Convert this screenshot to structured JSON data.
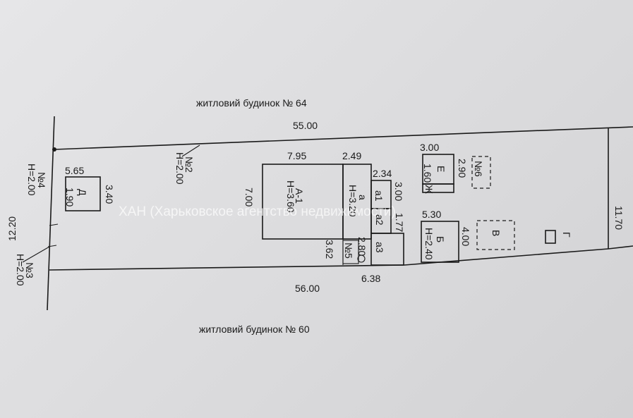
{
  "neighbors": {
    "top": "житловий будинок № 64",
    "bottom": "житловий будинок № 60"
  },
  "plot": {
    "top_length": "55.00",
    "bottom_length": "56.00",
    "bottom_segment": "6.38",
    "left_width": "12.20",
    "right_width": "11.70"
  },
  "buildings": {
    "main_house": {
      "label": "А-1",
      "height": "H=3.60",
      "width": "7.95",
      "depth": "7.00"
    },
    "annex_a": {
      "label": "а",
      "height": "H=3.20",
      "width": "2.49",
      "depth": "3.62"
    },
    "annex_a1": {
      "label": "а1",
      "width": "2.34",
      "depth": "3.00"
    },
    "annex_a2": {
      "label": "а2",
      "depth": "1.77"
    },
    "annex_a3": {
      "label": "а3",
      "depth": "2.80"
    },
    "building_b": {
      "label": "Б",
      "height": "H=2.40",
      "width": "5.30",
      "depth": "4.00"
    },
    "building_v": {
      "label": "В"
    },
    "building_g": {
      "label": "Г"
    },
    "building_d": {
      "label": "Д",
      "width": "5.65",
      "depth": "3.40",
      "depth2": "1.90"
    },
    "building_e": {
      "label": "Е",
      "width": "3.00",
      "depth": "2.90",
      "depth2": "1.60"
    },
    "building_zh": {
      "label": "Ж"
    }
  },
  "fences": {
    "n2": {
      "label": "№2",
      "height": "H=2.00"
    },
    "n3": {
      "label": "№3",
      "height": "H=2.00"
    },
    "n4": {
      "label": "№4",
      "height": "H=2.00"
    },
    "n5": {
      "label": "№5"
    },
    "n6": {
      "label": "№6"
    }
  },
  "watermark": "ХАН (Харьковское агентство недвижимости)"
}
